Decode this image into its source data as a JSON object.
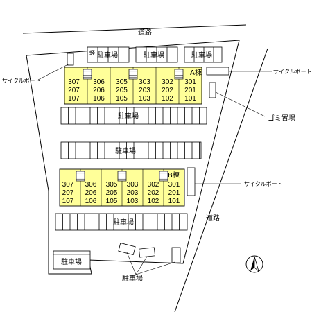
{
  "labels": {
    "road_top": "道路",
    "road_right": "道路",
    "cycle_port_left": "サイクルポート",
    "cycle_port_right_a": "サイクルポート",
    "cycle_port_right_b": "サイクルポート",
    "garbage": "ゴミ置場",
    "parking_top_1": "駐車場",
    "parking_top_2": "駐車場",
    "parking_top_3": "駐車場",
    "kei": "軽",
    "parking_row_1": "駐車場",
    "parking_row_2": "駐車場",
    "parking_row_3": "駐車場",
    "parking_bottom_left": "駐車場",
    "parking_bottom": "駐車場"
  },
  "buildings": [
    {
      "name": "A棟",
      "columns": [
        [
          "307",
          "207",
          "107"
        ],
        [
          "306",
          "206",
          "106"
        ],
        [
          "305",
          "205",
          "105"
        ],
        [
          "303",
          "203",
          "103"
        ],
        [
          "302",
          "202",
          "102"
        ],
        [
          "301",
          "201",
          "101"
        ]
      ]
    },
    {
      "name": "B棟",
      "columns": [
        [
          "307",
          "207",
          "107"
        ],
        [
          "306",
          "206",
          "106"
        ],
        [
          "305",
          "205",
          "105"
        ],
        [
          "303",
          "203",
          "103"
        ],
        [
          "302",
          "202",
          "102"
        ],
        [
          "301",
          "201",
          "101"
        ]
      ]
    }
  ],
  "colors": {
    "building_fill": "#ffff99",
    "line": "#000000",
    "background": "#ffffff"
  },
  "icons": [
    "north-arrow-icon",
    "stairwell-icon"
  ]
}
